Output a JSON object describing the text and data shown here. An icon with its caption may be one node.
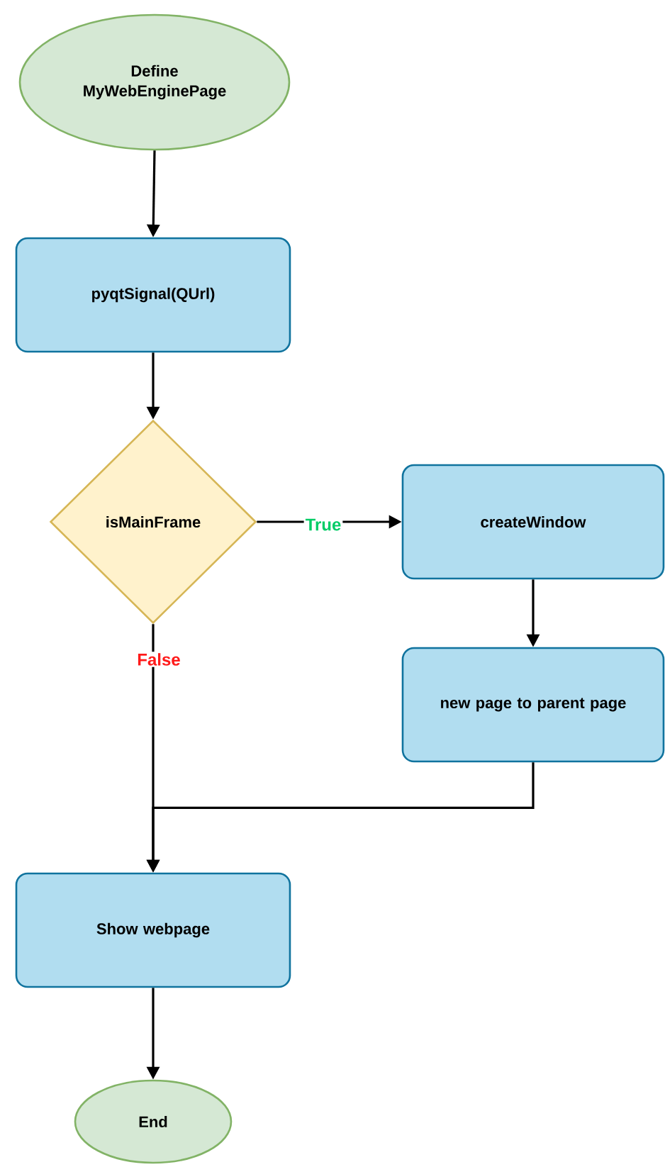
{
  "diagram": {
    "nodes": [
      {
        "text": [
          "Define MyWebEnginePage"
        ]
      },
      {
        "text": [
          "pyqtSignal(QUrl)"
        ]
      },
      {
        "text": [
          "isMainFrame"
        ]
      },
      {
        "text": [
          "createWindow"
        ]
      },
      {
        "text": [
          "new page to parent page"
        ]
      },
      {
        "text": [
          "Show webpage"
        ]
      },
      {
        "text": [
          "End"
        ]
      }
    ],
    "edges": [
      {
        "from": 0,
        "to": 1,
        "arrow": "to"
      },
      {
        "from": 1,
        "to": 2,
        "arrow": "to"
      },
      {
        "from": 2,
        "to": 3,
        "arrow": "to",
        "label": "True"
      },
      {
        "from": 2,
        "to": 5,
        "arrow": "to",
        "label": "False"
      },
      {
        "from": 3,
        "to": 4,
        "arrow": "to"
      },
      {
        "from": 4,
        "to": 5,
        "arrow": "to"
      },
      {
        "from": 5,
        "to": 6,
        "arrow": "to"
      }
    ]
  }
}
